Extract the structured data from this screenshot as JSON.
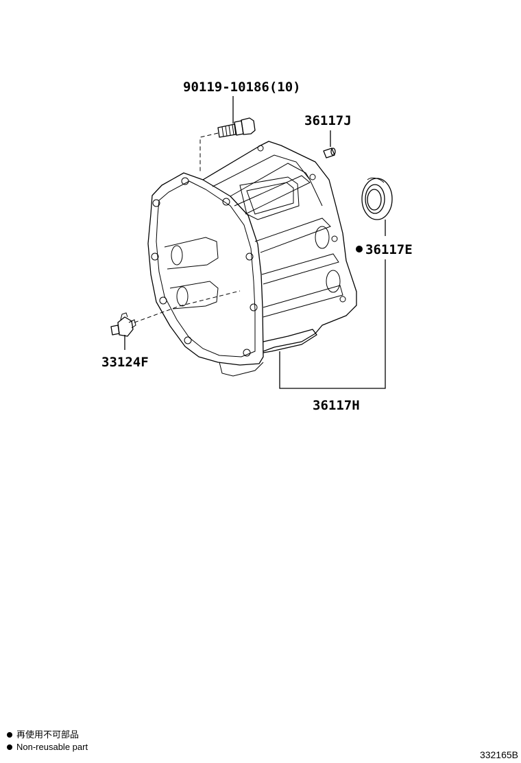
{
  "callouts": {
    "bolt": "90119-10186(10)",
    "pin": "36117J",
    "seal": "36117E",
    "fitting": "33124F",
    "housing": "36117H"
  },
  "legend": {
    "jp": "再使用不可部品",
    "en": "Non-reusable part"
  },
  "diagram_code": "332165B"
}
